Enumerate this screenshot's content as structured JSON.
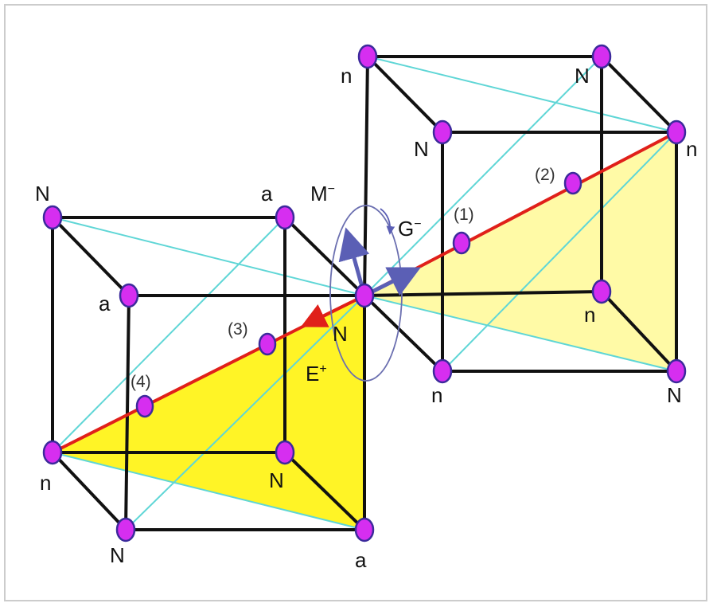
{
  "labels": {
    "top_left_back": "n",
    "top_right_back": "N",
    "top_left_front": "N",
    "top_right_front": "n",
    "top_right_bottom_back": "n",
    "top_bottom_front_left": "n",
    "top_bottom_front_right": "N",
    "left_back_top": "N",
    "left_back_top_right": "a",
    "left_front_top_left": "a",
    "center": "N",
    "left_front_bottom_left": "n",
    "left_back_bottom_right": "N",
    "left_bottom_front_left": "N",
    "left_bottom_front_right": "a"
  },
  "vectors": {
    "M": "M",
    "M_sign": "−",
    "G": "G",
    "G_sign": "−",
    "E": "E",
    "E_sign": "+"
  },
  "points": {
    "p1": "(1)",
    "p2": "(2)",
    "p3": "(3)",
    "p4": "(4)"
  },
  "colors": {
    "edge": "#111111",
    "diagonal": "#5fd6d6",
    "body_diagonal": "#e0201a",
    "atom_fill": "#d62ef0",
    "atom_stroke": "#3c2a9c",
    "plane": "#fff200",
    "arrow": "#5b5fb5"
  }
}
